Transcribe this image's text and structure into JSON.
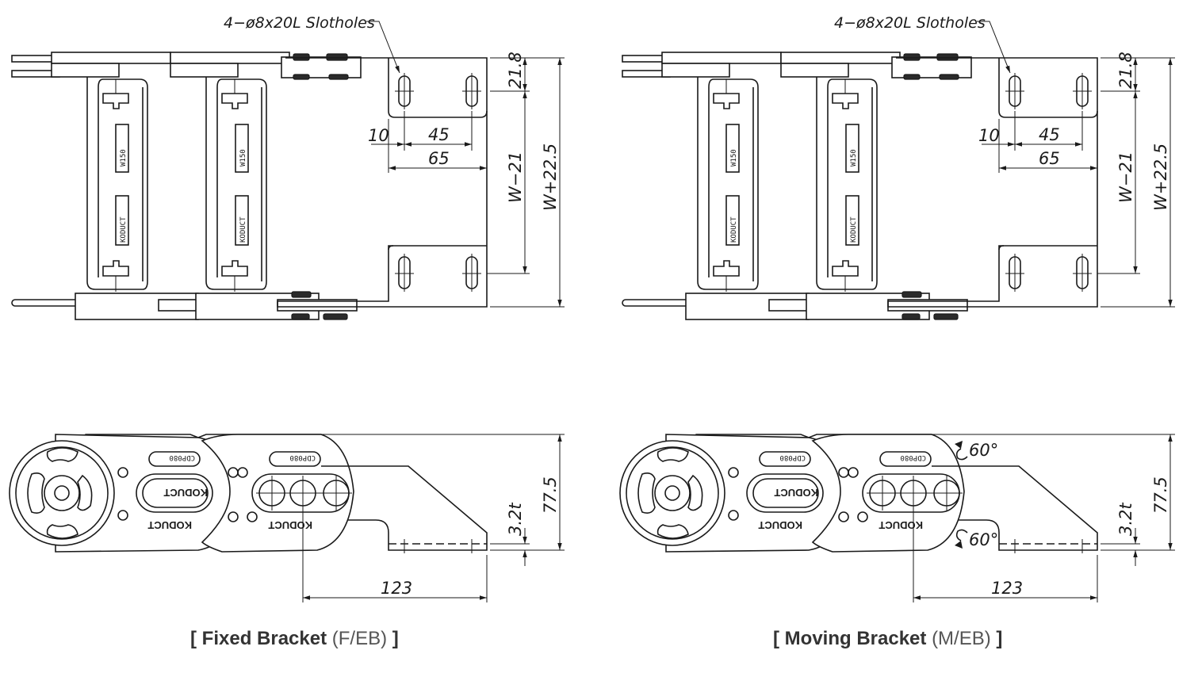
{
  "diagrams": [
    {
      "id": "fixed",
      "note": "4−ø8x20L Slotholes",
      "dims": {
        "slot_offset": "10",
        "slot_pitch": "45",
        "width": "65",
        "top": "21.8",
        "inner": "W−21",
        "outer": "W+22.5",
        "height": "77.5",
        "thickness": "3.2t",
        "length": "123"
      },
      "chain_marks": {
        "size": "W150",
        "brand": "KODUCT",
        "model": "CDP080",
        "logo": "KODUCT"
      },
      "caption": {
        "open": "[",
        "title": "Fixed Bracket",
        "code": "(F/EB)",
        "close": "]"
      }
    },
    {
      "id": "moving",
      "note": "4−ø8x20L Slotholes",
      "dims": {
        "slot_offset": "10",
        "slot_pitch": "45",
        "width": "65",
        "top": "21.8",
        "inner": "W−21",
        "outer": "W+22.5",
        "height": "77.5",
        "thickness": "3.2t",
        "length": "123",
        "angle_top": "60°",
        "angle_bottom": "60°"
      },
      "chain_marks": {
        "size": "W150",
        "brand": "KODUCT",
        "model": "CDP080",
        "logo": "KODUCT"
      },
      "caption": {
        "open": "[",
        "title": "Moving Bracket",
        "code": "(M/EB)",
        "close": "]"
      }
    }
  ],
  "colors": {
    "line": "#1a1a1a",
    "caption": "#333333"
  }
}
